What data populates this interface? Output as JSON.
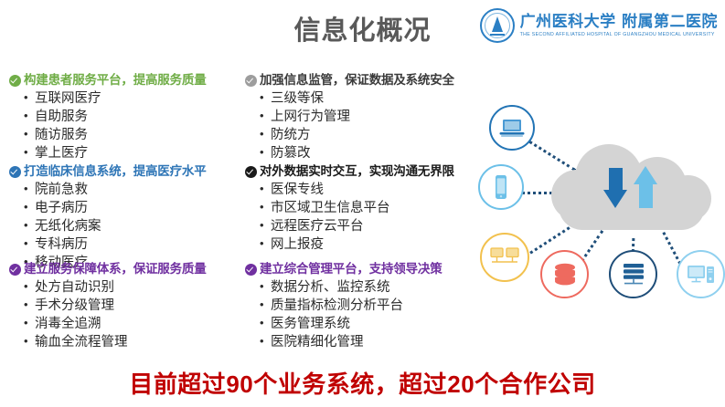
{
  "header": {
    "title": "信息化概况",
    "logo": {
      "cn_name": "广州医科大学 附属第二医院",
      "en_name": "THE SECOND AFFILIATED HOSPITAL OF GUANGZHOU MEDICAL UNIVERSITY",
      "brand_color": "#2b7fc4"
    }
  },
  "sections": [
    {
      "title": "构建患者服务平台，提高服务质量",
      "color": "#70ad47",
      "icon": "circle-check-icon",
      "bullets": [
        "互联网医疗",
        "自助服务",
        "随访服务",
        "掌上医疗"
      ]
    },
    {
      "title": "加强信息监管，保证数据及系统安全",
      "color": "#3b3b3b",
      "icon_color": "#9d9d9d",
      "icon": "circle-check-icon",
      "bullets": [
        "三级等保",
        "上网行为管理",
        "防统方",
        "防篡改"
      ]
    },
    {
      "title": "打造临床信息系统，提高医疗水平",
      "color": "#2e75b6",
      "icon": "circle-check-icon",
      "bullets": [
        "院前急救",
        "电子病历",
        "无纸化病案",
        "专科病历",
        "移动医疗"
      ]
    },
    {
      "title": "对外数据实时交互，实现沟通无界限",
      "color": "#1a1a1a",
      "icon": "circle-check-icon",
      "bullets": [
        "医保专线",
        "市区域卫生信息平台",
        "远程医疗云平台",
        "网上报疫"
      ]
    },
    {
      "title": "建立服务保障体系，保证服务质量",
      "color": "#7030a0",
      "icon": "circle-check-icon",
      "bullets": [
        "处方自动识别",
        "手术分级管理",
        "消毒全追溯",
        "输血全流程管理"
      ]
    },
    {
      "title": "建立综合管理平台，支持领导决策",
      "color": "#7030a0",
      "icon": "circle-check-icon",
      "bullets": [
        "数据分析、监控系统",
        "质量指标检测分析平台",
        "医务管理系统",
        "医院精细化管理"
      ]
    }
  ],
  "footer": {
    "text": "目前超过90个业务系统，超过20个合作公司",
    "color": "#c00000",
    "system_count": "90",
    "partner_count": "20"
  },
  "diagram": {
    "cloud": {
      "fill": "#d4d4d4",
      "arrow_down_color": "#1f6fb0",
      "arrow_up_color": "#6cc0e8"
    },
    "nodes": [
      {
        "name": "laptop-icon",
        "ring": "#2274b5",
        "fill": "#4a9ad4"
      },
      {
        "name": "mobile-icon",
        "ring": "#6cc0e8",
        "fill": "#6cc0e8"
      },
      {
        "name": "network-icon",
        "ring": "#f2c14e",
        "fill": "#f7dd9a"
      },
      {
        "name": "database-icon",
        "ring": "#ee6a5f",
        "fill": "#ee6a5f"
      },
      {
        "name": "server-icon",
        "ring": "#1f4e79",
        "fill": "#1f5f95"
      },
      {
        "name": "desktop-icon",
        "ring": "#8fd0ef",
        "fill": "#8fd0ef"
      }
    ]
  }
}
